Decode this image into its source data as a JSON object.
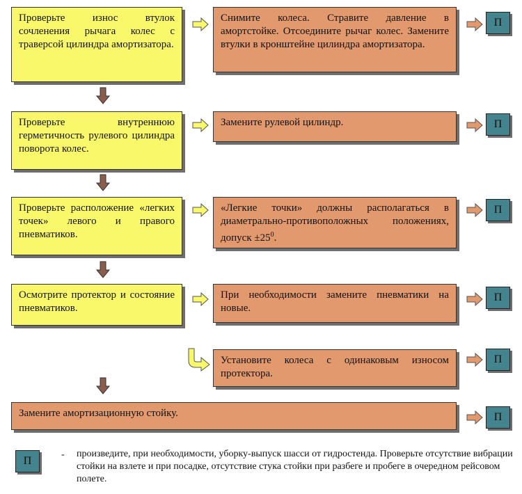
{
  "steps": [
    {
      "check": "Проверьте износ втулок сочленения рычага колес с траверсой цилиндра амортизатора.",
      "action": "Снимите колеса. Стравите давление в амортстойке. Отсоедините рычаг колес. Замените втулки в кронштейне цилиндра амортизатора.",
      "label": "П"
    },
    {
      "check": "Проверьте внутреннюю герметичность рулевого цилиндра поворота колес.",
      "action": "Замените рулевой цилиндр.",
      "label": "П"
    },
    {
      "check": "Проверьте расположение «легких точек» левого и правого пневматиков.",
      "action": "«Легкие точки» должны располагаться в диаметрально-противоположных положениях, допуск ±25",
      "action_sup": "0",
      "action_end": ".",
      "label": "П"
    },
    {
      "check": "Осмотрите протектор и состояние пневматиков.",
      "action": "При необходимости замените пневматики на новые.",
      "label": "П"
    }
  ],
  "extra_action": {
    "text": "Установите колеса с одинаковым износом протектора.",
    "label": "П"
  },
  "final_action": {
    "text": "Замените амортизационную стойку.",
    "label": "П"
  },
  "legend": {
    "label": "П",
    "dash": "-",
    "text": "произведите, при необходимости, уборку-выпуск шасси от гидростенда. Проверьте отсутствие вибрации стойки на взлете и при посадке, отсутствие стука стойки при разбеге и пробеге в очередном рейсовом полете."
  },
  "colors": {
    "check_box": "#f8f86a",
    "action_box": "#e2996e",
    "label_box": "#43848e",
    "yes_arrow": "#f8f86a",
    "no_arrow": "#8b5d4d",
    "action_arrow": "#e2996e"
  }
}
